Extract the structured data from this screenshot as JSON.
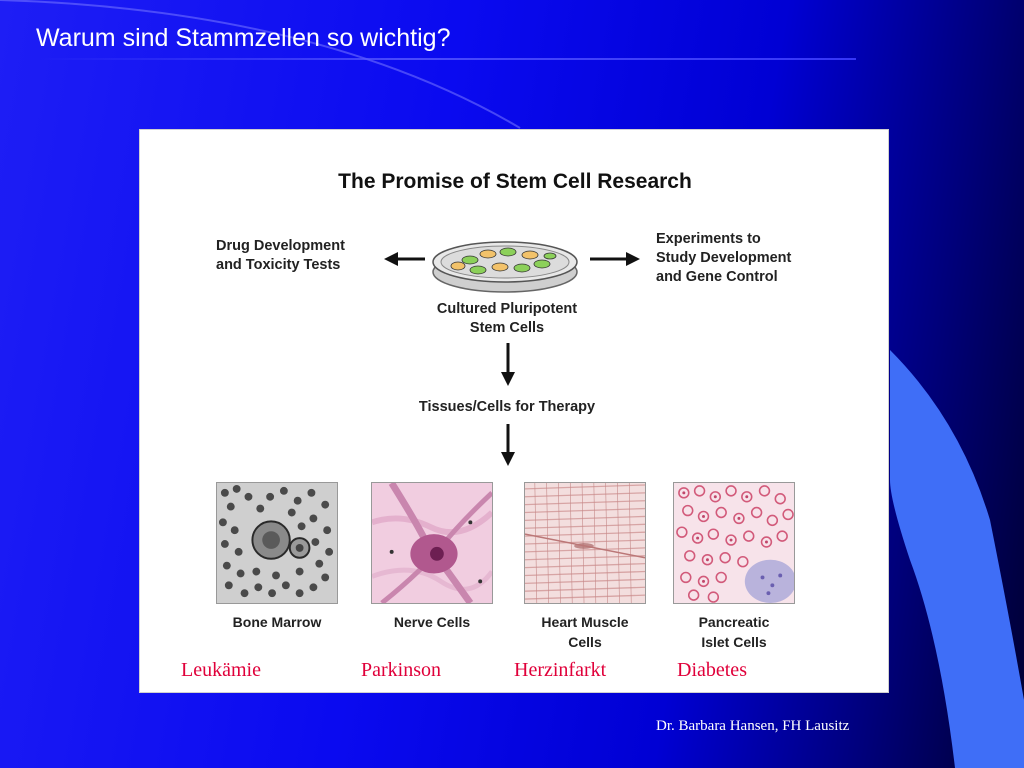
{
  "slide": {
    "title": "Warum sind Stammzellen so wichtig?",
    "footer": "Dr. Barbara Hansen, FH Lausitz"
  },
  "figure": {
    "title": "The Promise of Stem Cell Research",
    "left_label": "Drug Development\nand Toxicity Tests",
    "right_label": "Experiments to\nStudy Development\nand Gene Control",
    "center_label": "Cultured Pluripotent\nStem Cells",
    "therapy_label": "Tissues/Cells for Therapy",
    "cells": [
      {
        "label": "Bone Marrow",
        "icon": "bone-marrow-micrograph"
      },
      {
        "label": "Nerve Cells",
        "icon": "nerve-cell-micrograph"
      },
      {
        "label": "Heart Muscle\nCells",
        "icon": "heart-muscle-micrograph"
      },
      {
        "label": "Pancreatic\nIslet Cells",
        "icon": "pancreatic-islet-micrograph"
      }
    ]
  },
  "diseases": [
    "Leukämie",
    "Parkinson",
    "Herzinfarkt",
    "Diabetes"
  ],
  "colors": {
    "background": "#0000e8",
    "accent_shape": "#3a6cf5",
    "disease_text": "#e0003a",
    "title_text": "#ffffff"
  }
}
